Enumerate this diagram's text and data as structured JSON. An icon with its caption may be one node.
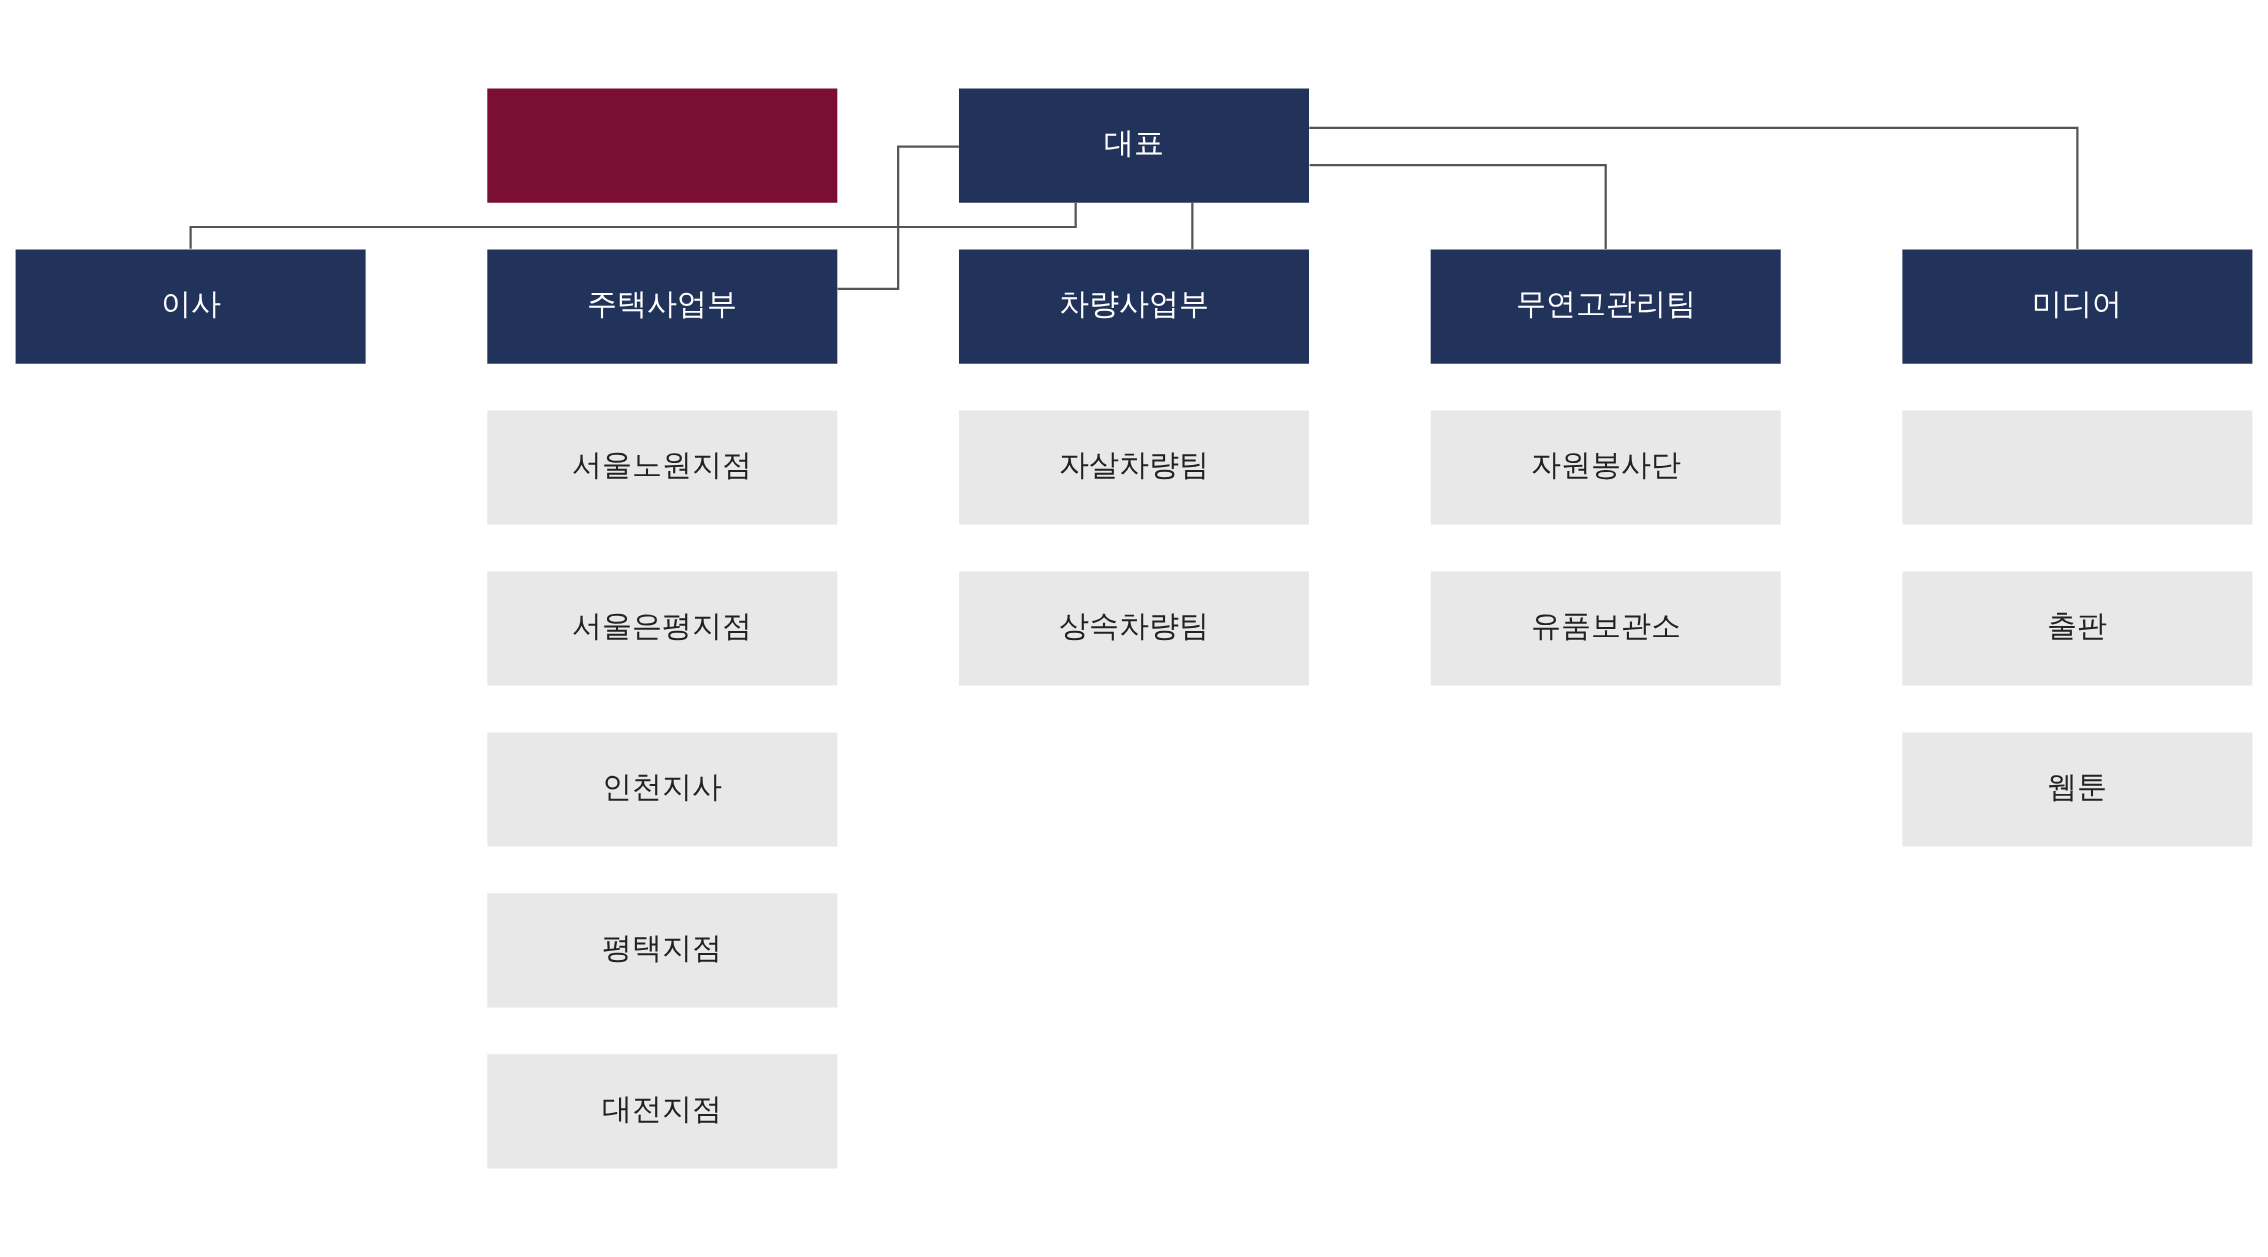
{
  "diagram": {
    "nodes": [
      {
        "text": [],
        "shape": "box"
      },
      {
        "text": [
          "대표"
        ]
      },
      {
        "text": [
          "이사"
        ]
      },
      {
        "text": [
          "주택사업부"
        ]
      },
      {
        "text": [
          "서울노원지점"
        ]
      },
      {
        "text": [
          "서울은평지점"
        ]
      },
      {
        "text": [
          "인천지사"
        ]
      },
      {
        "text": [
          "평택지점"
        ]
      },
      {
        "text": [
          "대전지점"
        ]
      },
      {
        "text": [
          "차량사업부"
        ]
      },
      {
        "text": [
          "자살차량팀"
        ]
      },
      {
        "text": [
          "상속차량팀"
        ]
      },
      {
        "text": [
          "무연고관리팀"
        ]
      },
      {
        "text": [
          "자원봉사단"
        ]
      },
      {
        "text": [
          "유품보관소"
        ]
      },
      {
        "text": [
          "미디어"
        ]
      },
      {
        "text": [],
        "shape": "box"
      },
      {
        "text": [
          "출판"
        ]
      },
      {
        "text": [
          "웹툰"
        ]
      }
    ],
    "edges": [
      {
        "from": 1,
        "to": 2,
        "arrow": "none"
      },
      {
        "from": 1,
        "to": 3,
        "arrow": "none"
      },
      {
        "from": 1,
        "to": 9,
        "arrow": "none"
      },
      {
        "from": 1,
        "to": 12,
        "arrow": "none"
      },
      {
        "from": 1,
        "to": 15,
        "arrow": "none"
      }
    ]
  }
}
